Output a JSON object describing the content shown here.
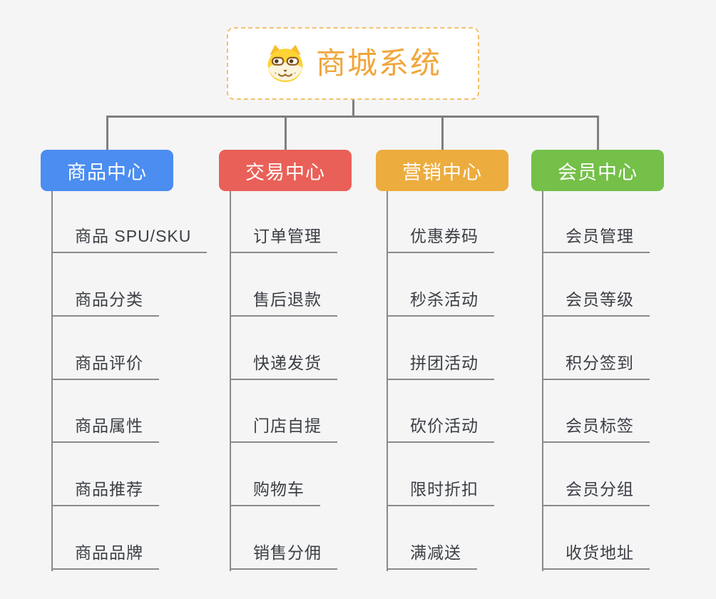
{
  "canvas": {
    "background_color": "#f5f5f6",
    "connector_color": "#7f7f7f"
  },
  "root": {
    "title": "商城系统",
    "icon": "dog-face-icon",
    "text_color": "#f0a63c",
    "border_color": "#f3c169"
  },
  "branches": [
    {
      "label": "商品中心",
      "color": "#4b8df0",
      "items": [
        "商品 SPU/SKU",
        "商品分类",
        "商品评价",
        "商品属性",
        "商品推荐",
        "商品品牌"
      ]
    },
    {
      "label": "交易中心",
      "color": "#e96058",
      "items": [
        "订单管理",
        "售后退款",
        "快递发货",
        "门店自提",
        "购物车",
        "销售分佣"
      ]
    },
    {
      "label": "营销中心",
      "color": "#edac3e",
      "items": [
        "优惠券码",
        "秒杀活动",
        "拼团活动",
        "砍价活动",
        "限时折扣",
        "满减送"
      ]
    },
    {
      "label": "会员中心",
      "color": "#74c049",
      "items": [
        "会员管理",
        "会员等级",
        "积分签到",
        "会员标签",
        "会员分组",
        "收货地址"
      ]
    }
  ]
}
